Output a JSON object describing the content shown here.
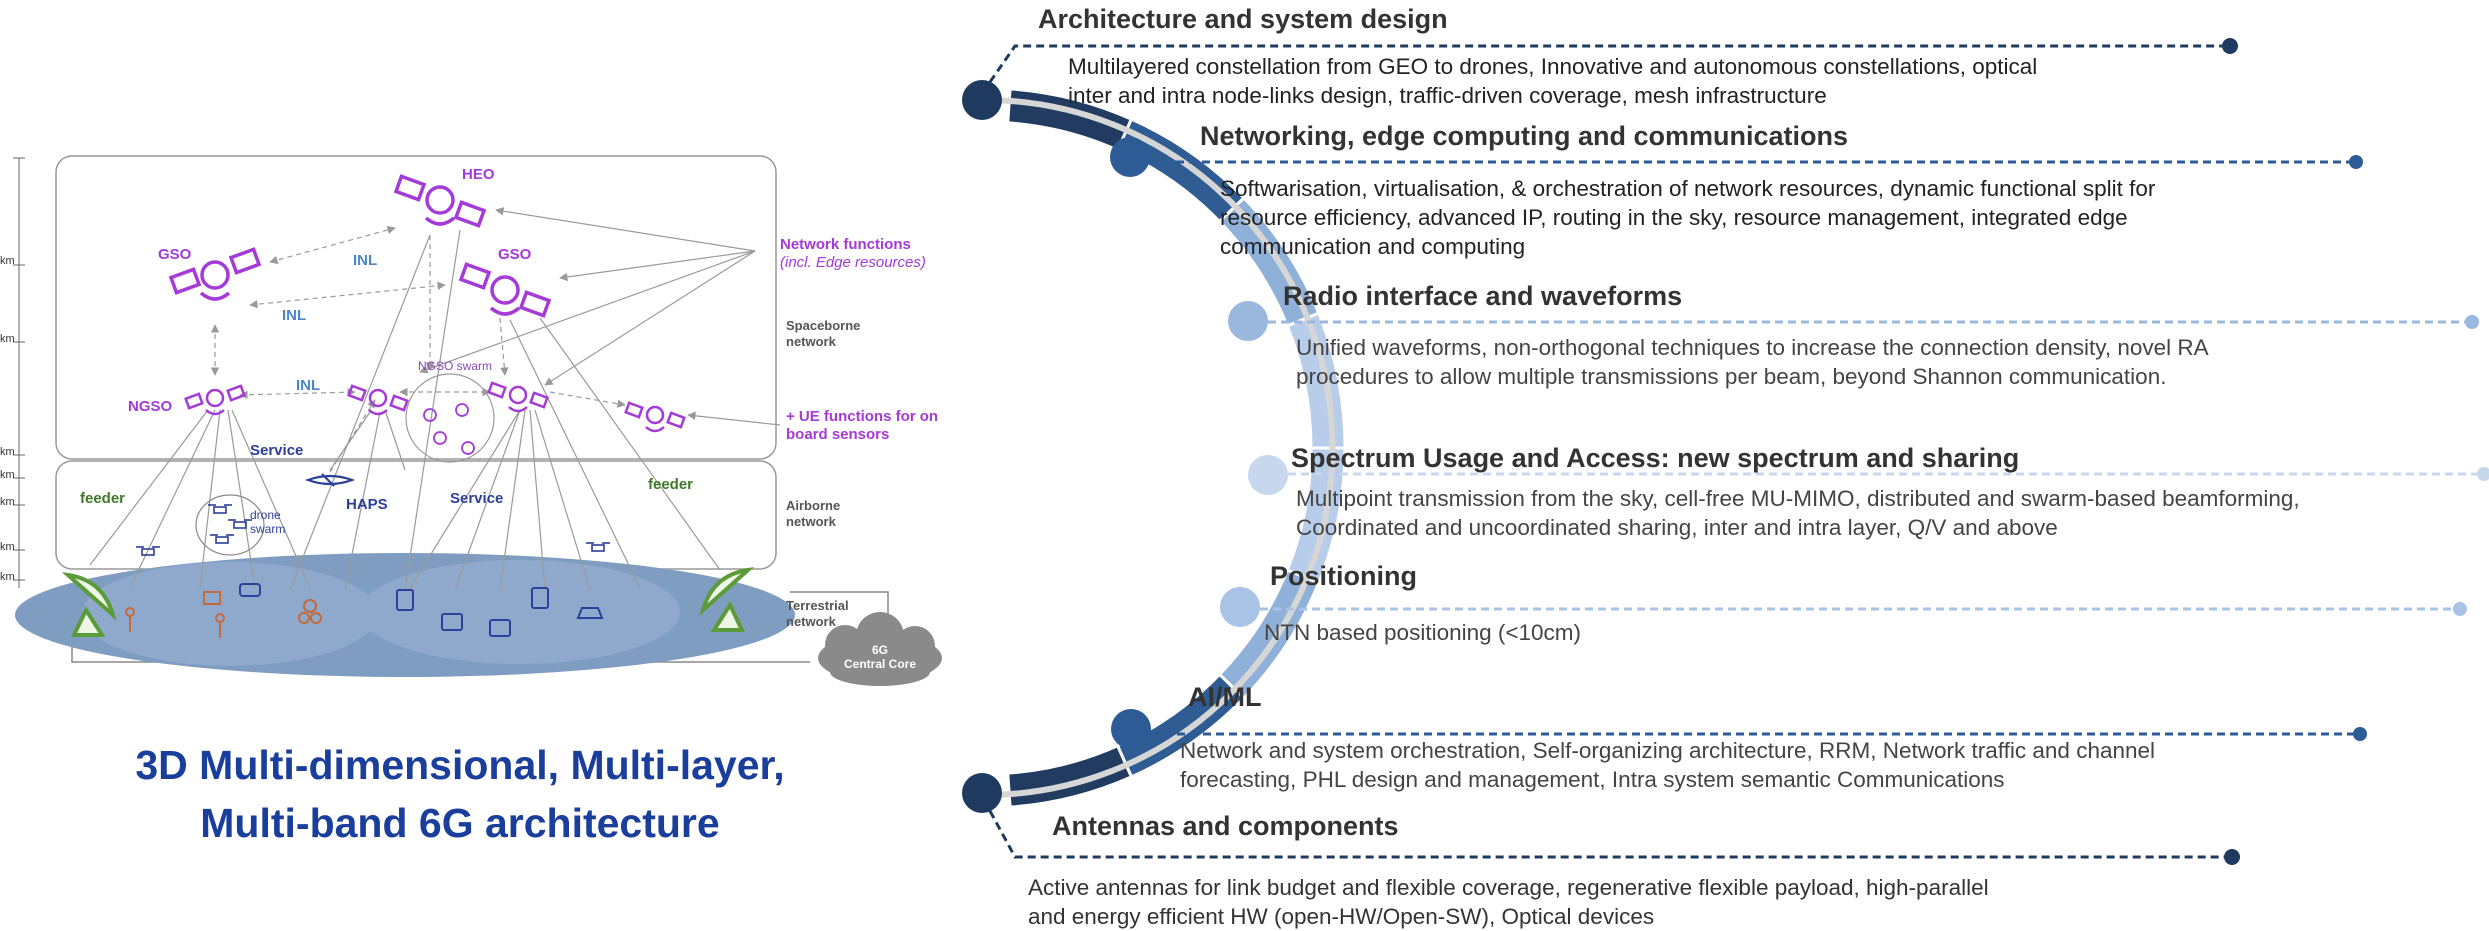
{
  "diagram": {
    "title_line1": "3D Multi-dimensional, Multi-layer,",
    "title_line2": "Multi-band 6G architecture",
    "nodes": {
      "heo": "HEO",
      "gso_left": "GSO",
      "gso_right": "GSO",
      "inl_top": "INL",
      "inl_left": "INL",
      "inl_mid": "INL",
      "ngso": "NGSO",
      "ngso_swarm": "NGSO swarm",
      "service_left": "Service",
      "service_right": "Service",
      "haps": "HAPS",
      "drone_swarm_line1": "drone",
      "drone_swarm_line2": "swarm",
      "feeder_left": "feeder",
      "feeder_right": "feeder",
      "central_core_line1": "6G",
      "central_core_line2": "Central Core"
    },
    "side_labels": {
      "network_functions_line1": "Network functions",
      "network_functions_line2": "(incl. Edge resources)",
      "spaceborne_line1": "Spaceborne",
      "spaceborne_line2": "network",
      "ue_functions_line1": "+ UE functions for on",
      "ue_functions_line2": "board sensors",
      "airborne_line1": "Airborne",
      "airborne_line2": "network",
      "terrestrial_line1": "Terrestrial",
      "terrestrial_line2": "network"
    },
    "axis_units": [
      "km",
      "km",
      "km",
      "km",
      "km",
      "km",
      "km"
    ]
  },
  "topics": [
    {
      "title": "Architecture and system design",
      "desc": [
        "Multilayered constellation from GEO to drones, Innovative and autonomous constellations, optical",
        "inter and intra node-links design, traffic-driven coverage, mesh infrastructure"
      ],
      "color": "#1f3a5f",
      "desc_color": "#222222"
    },
    {
      "title": "Networking, edge computing and communications",
      "desc": [
        "Softwarisation, virtualisation, & orchestration of network resources, dynamic functional split for",
        "resource  efficiency, advanced IP, routing in the sky, resource management,  integrated edge",
        "communication and computing"
      ],
      "color": "#2c5b96",
      "desc_color": "#222222"
    },
    {
      "title": "Radio interface and waveforms",
      "desc": [
        "Unified waveforms, non-orthogonal techniques to increase the connection density, novel RA",
        "procedures to allow multiple transmissions per beam, beyond Shannon communication."
      ],
      "color": "#9ab7dd",
      "desc_color": "#444444"
    },
    {
      "title": "Spectrum Usage and Access: new spectrum and sharing",
      "desc": [
        "Multipoint transmission from the sky, cell-free MU-MIMO, distributed and swarm-based beamforming,",
        "Coordinated and uncoordinated sharing, inter and intra layer, Q/V and above"
      ],
      "color": "#c6d7ee",
      "desc_color": "#444444"
    },
    {
      "title": "Positioning",
      "desc": [
        "NTN based positioning (<10cm)"
      ],
      "color": "#a9c3e6",
      "desc_color": "#444444"
    },
    {
      "title": "AI/ML",
      "desc": [
        "Network and system orchestration, Self-organizing architecture, RRM, Network traffic and channel",
        "forecasting, PHL design and management, Intra system semantic Communications"
      ],
      "color": "#2c5b96",
      "desc_color": "#444444"
    },
    {
      "title": "Antennas and components",
      "desc": [
        "Active antennas for link budget and flexible coverage, regenerative flexible payload, high-parallel",
        "and energy efficient HW (open-HW/Open-SW), Optical devices"
      ],
      "color": "#1f3a5f",
      "desc_color": "#333333"
    }
  ]
}
